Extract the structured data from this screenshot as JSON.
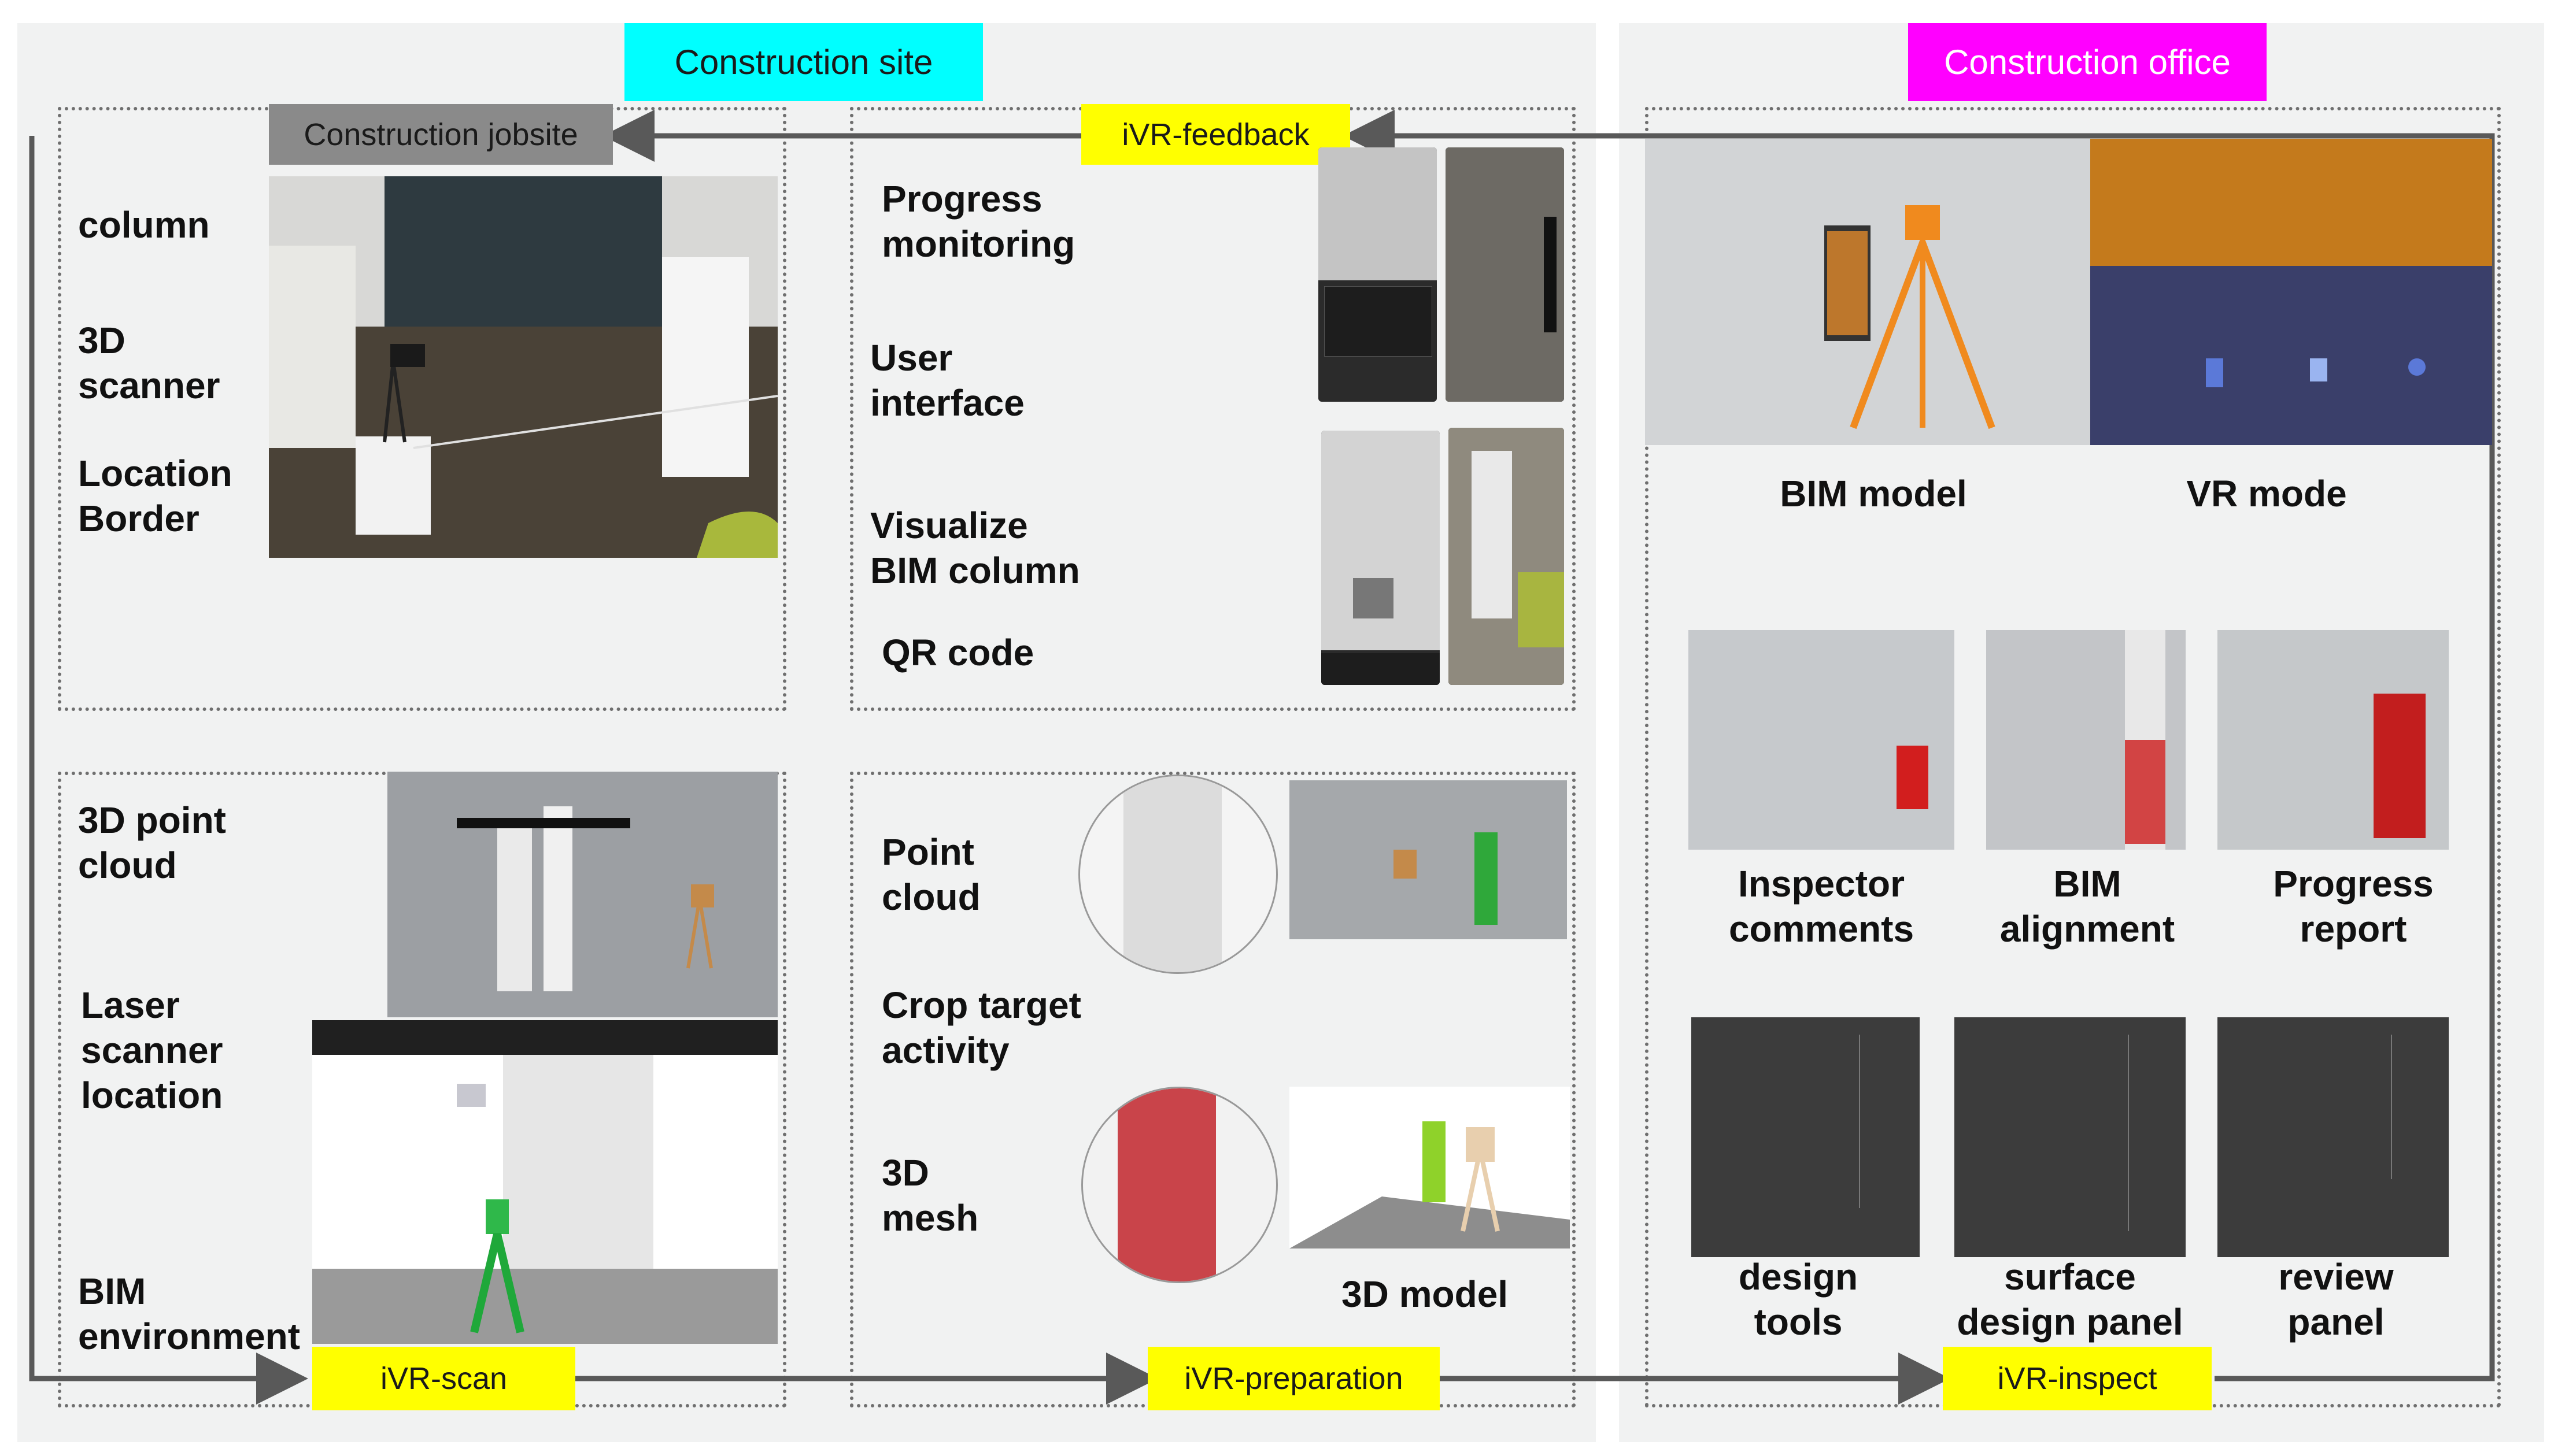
{
  "sections": {
    "site": "Construction site",
    "office": "Construction office"
  },
  "stages": {
    "jobsite": "Construction jobsite",
    "feedback": "iVR-feedback",
    "scan": "iVR-scan",
    "preparation": "iVR-preparation",
    "inspect": "iVR-inspect"
  },
  "jobsite_labels": {
    "column": "column",
    "scanner": "3D\nscanner",
    "border": "Location\nBorder"
  },
  "feedback_labels": {
    "progress": "Progress\nmonitoring",
    "ui": "User\ninterface",
    "visualize": "Visualize\nBIM column",
    "qr": "QR code"
  },
  "scan_labels": {
    "pointcloud": "3D point\ncloud",
    "laser": "Laser\nscanner\nlocation",
    "bim": "BIM\nenvironment"
  },
  "prep_labels": {
    "point": "Point\ncloud",
    "crop": "Crop target\nactivity",
    "mesh": "3D\nmesh",
    "model": "3D model"
  },
  "office_labels": {
    "bim_model": "BIM model",
    "vr_mode": "VR mode",
    "inspector": "Inspector\ncomments",
    "alignment": "BIM\nalignment",
    "report": "Progress\nreport",
    "design": "design\ntools",
    "surface": "surface\ndesign panel",
    "review": "review\npanel"
  },
  "colors": {
    "site_header": "#00ffff",
    "office_header": "#ff00ff",
    "jobsite_tag": "#8a8a8a",
    "stage_tag": "#ffff00",
    "arrow": "#595959"
  }
}
